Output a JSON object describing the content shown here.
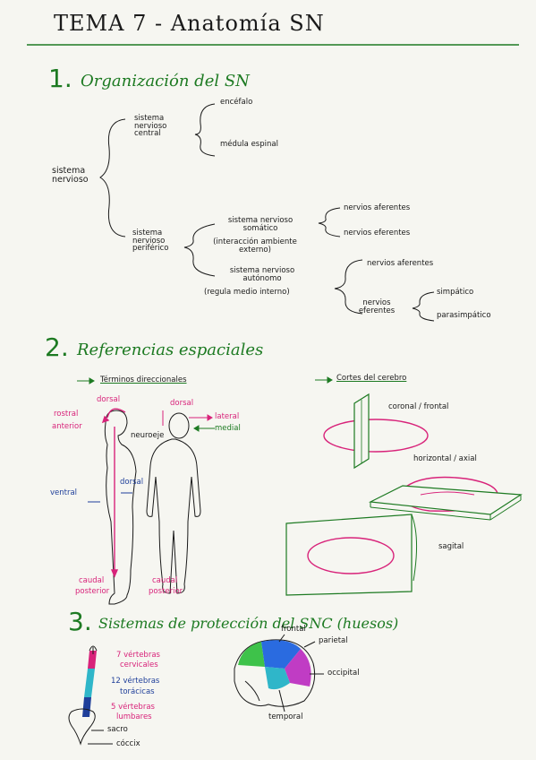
{
  "header": {
    "title": "TEMA 7 - Anatomía SN"
  },
  "section1": {
    "number": "1.",
    "heading": "Organización del SN",
    "root": "sistema nervioso",
    "snc": {
      "label": "sistema nervioso central",
      "children": [
        "encéfalo",
        "médula espinal"
      ]
    },
    "snp": {
      "label": "sistema nervioso periférico",
      "somatico": {
        "label": "sistema nervioso somático",
        "note": "(interacción ambiente externo)",
        "children": [
          "nervios aferentes",
          "nervios eferentes"
        ]
      },
      "autonomo": {
        "label": "sistema nervioso autónomo",
        "note": "(regula medio interno)",
        "aferentes": "nervios aferentes",
        "eferentes": "nervios eferentes",
        "eferentes_children": [
          "simpático",
          "parasimpático"
        ]
      }
    }
  },
  "section2": {
    "number": "2.",
    "heading": "Referencias espaciales",
    "directional": {
      "title": "Términos direccionales",
      "labels": {
        "dorsal_top": "dorsal",
        "rostral": "rostral",
        "anterior": "anterior",
        "neuroeje": "neuroeje",
        "ventral": "ventral",
        "dorsal_side": "dorsal",
        "caudal_left": "caudal",
        "posterior_left": "posterior",
        "dorsal_head": "dorsal",
        "lateral": "lateral",
        "medial": "medial",
        "caudal_right": "caudal",
        "posterior_right": "posterior"
      }
    },
    "cortes": {
      "title": "Cortes del cerebro",
      "coronal": "coronal / frontal",
      "horizontal": "horizontal / axial",
      "sagital": "sagital"
    }
  },
  "section3": {
    "number": "3.",
    "heading": "Sistemas de protección del SNC (huesos)",
    "spine": {
      "cervicales_1": "7 vértebras",
      "cervicales_2": "cervicales",
      "toracicas_1": "12 vértebras",
      "toracicas_2": "torácicas",
      "lumbares_1": "5 vértebras",
      "lumbares_2": "lumbares",
      "sacro": "sacro",
      "coccix": "cóccix"
    },
    "skull": {
      "frontal": "frontal",
      "parietal": "parietal",
      "occipital": "occipital",
      "temporal": "temporal"
    }
  },
  "colors": {
    "green": "#1d7a22",
    "pink": "#d8237a",
    "blue": "#1f3f9a",
    "skull_frontal": "#3ec24a",
    "skull_parietal": "#2a6be0",
    "skull_occipital": "#c03cc4",
    "skull_temporal": "#2fb6c9"
  }
}
